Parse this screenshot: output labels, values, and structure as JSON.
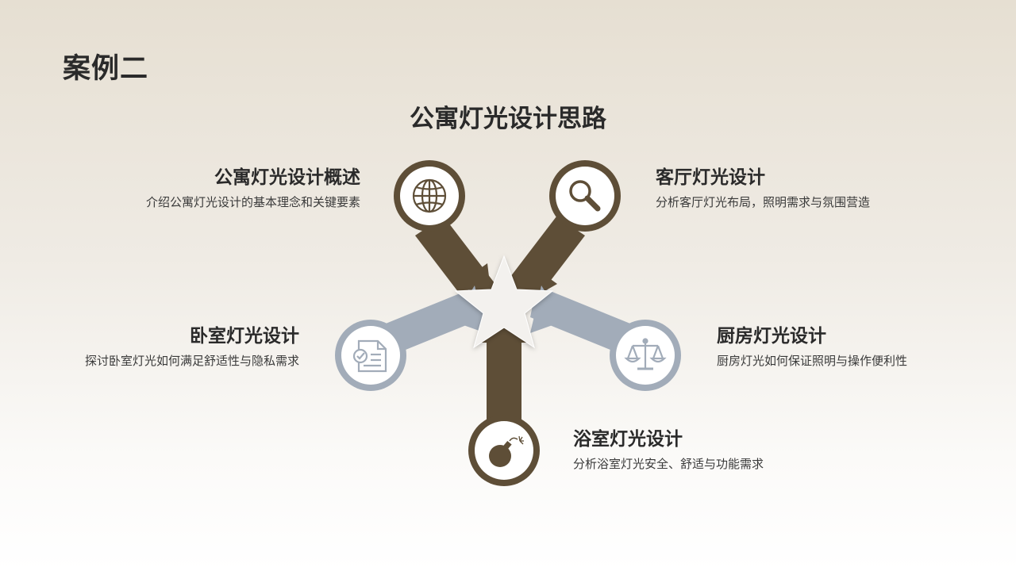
{
  "case_title": "案例二",
  "main_title": "公寓灯光设计思路",
  "colors": {
    "brown": "#5e4e37",
    "grey_blue": "#a2acb9",
    "star": "#f3f1ee"
  },
  "items": [
    {
      "title": "公寓灯光设计概述",
      "desc": "介绍公寓灯光设计的基本理念和关键要素",
      "icon": "globe-icon"
    },
    {
      "title": "客厅灯光设计",
      "desc": "分析客厅灯光布局，照明需求与氛围营造",
      "icon": "magnifier-icon"
    },
    {
      "title": "卧室灯光设计",
      "desc": "探讨卧室灯光如何满足舒适性与隐私需求",
      "icon": "document-check-icon"
    },
    {
      "title": "厨房灯光设计",
      "desc": "厨房灯光如何保证照明与操作便利性",
      "icon": "scale-icon"
    },
    {
      "title": "浴室灯光设计",
      "desc": "分析浴室灯光安全、舒适与功能需求",
      "icon": "bomb-icon"
    }
  ]
}
